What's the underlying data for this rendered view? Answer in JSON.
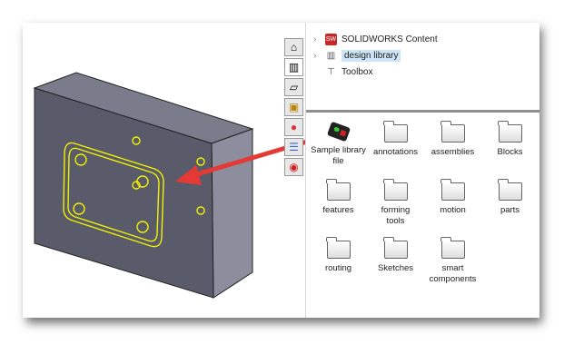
{
  "tree": [
    {
      "label": "SOLIDWORKS Content",
      "icon": "solidworks-content-icon",
      "expandable": true,
      "selected": false
    },
    {
      "label": "design library",
      "icon": "design-library-icon",
      "expandable": true,
      "selected": true
    },
    {
      "label": "Toolbox",
      "icon": "toolbox-icon",
      "expandable": false,
      "selected": false
    }
  ],
  "tabs": [
    "home-icon",
    "design-library-icon",
    "file-explorer-icon",
    "view-palette-icon",
    "appearances-icon",
    "custom-properties-icon",
    "solidworks-forum-icon"
  ],
  "items": [
    {
      "label": "Sample library file",
      "type": "part"
    },
    {
      "label": "annotations",
      "type": "folder"
    },
    {
      "label": "assemblies",
      "type": "folder"
    },
    {
      "label": "Blocks",
      "type": "folder"
    },
    {
      "label": "features",
      "type": "folder"
    },
    {
      "label": "forming tools",
      "type": "folder"
    },
    {
      "label": "motion",
      "type": "folder"
    },
    {
      "label": "parts",
      "type": "folder"
    },
    {
      "label": "routing",
      "type": "folder"
    },
    {
      "label": "Sketches",
      "type": "folder"
    },
    {
      "label": "smart components",
      "type": "folder"
    }
  ],
  "colors": {
    "arrow": "#e53935",
    "highlight": "#f2f200",
    "face_front": "#5a5c6b",
    "selection": "#cde5f7"
  }
}
